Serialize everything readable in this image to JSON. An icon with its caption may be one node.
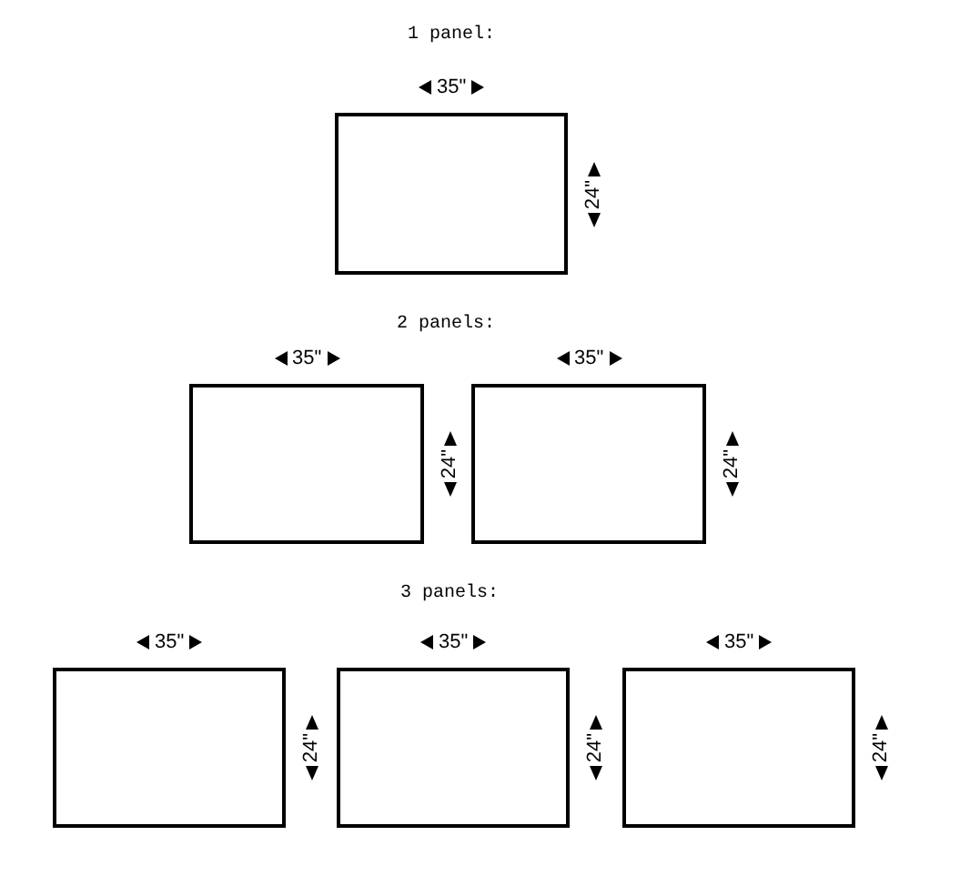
{
  "diagram": {
    "nodes": [
      {
        "text": [],
        "shape": "box"
      },
      {
        "text": [],
        "shape": "box"
      },
      {
        "text": [],
        "shape": "box"
      },
      {
        "text": [],
        "shape": "box"
      },
      {
        "text": [],
        "shape": "box"
      },
      {
        "text": [],
        "shape": "box"
      }
    ],
    "labels": [
      "1 panel:",
      "35\"",
      "24\"",
      "2 panels:",
      "35\"",
      "35\"",
      "24\"",
      "24\"",
      "3 panels:",
      "35\"",
      "35\"",
      "35\"",
      "24\"",
      "24\"",
      "24\""
    ]
  }
}
